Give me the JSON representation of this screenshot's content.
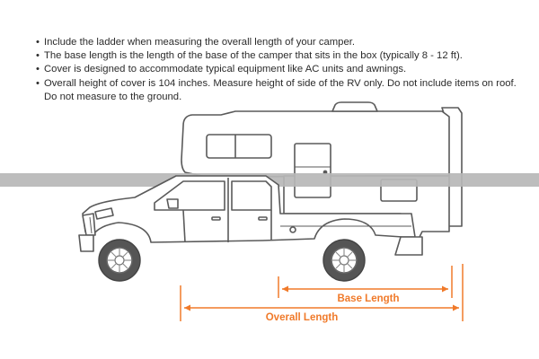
{
  "notes": [
    "Include the ladder when measuring the overall length of your camper.",
    "The base length is the length of the base of the camper that sits in the box (typically 8 - 12 ft).",
    "Cover is designed to accommodate typical equipment like AC units and awnings.",
    "Overall height of cover is 104 inches. Measure height of side of the RV only. Do not include items on roof. Do not measure to the ground."
  ],
  "dimensions": {
    "base_length": "Base Length",
    "overall_length": "Overall Length"
  },
  "colors": {
    "dimension_line": "#f07a2a",
    "outline": "#555555",
    "band": "#b7b7b7"
  }
}
